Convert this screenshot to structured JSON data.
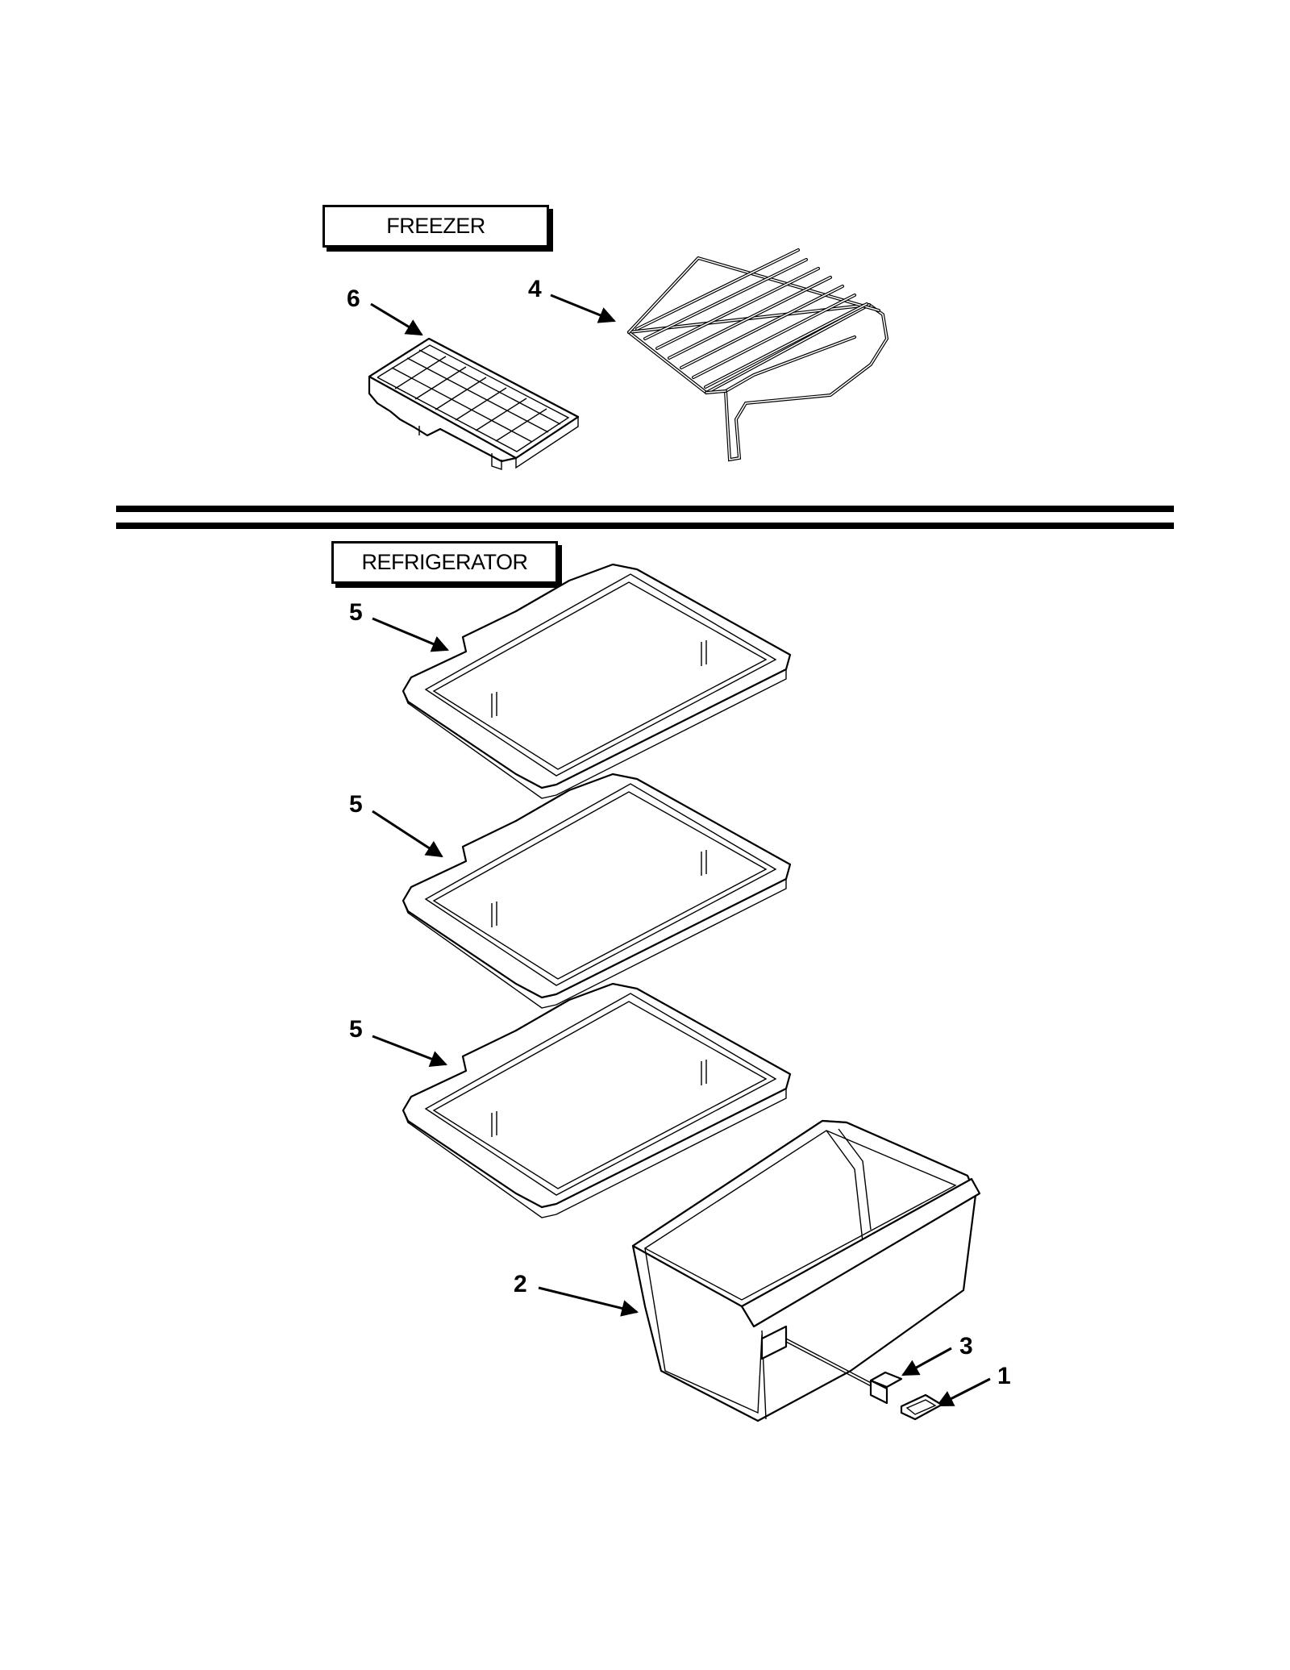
{
  "sections": {
    "freezer": "FREEZER",
    "refrigerator": "REFRIGERATOR"
  },
  "callouts": {
    "ice_tray": "6",
    "wire_shelf": "4",
    "glass_shelf_top": "5",
    "glass_shelf_middle": "5",
    "glass_shelf_bottom": "5",
    "crisper_pan": "2",
    "badge": "3",
    "badge_frame": "1"
  },
  "colors": {
    "ink": "#000000",
    "paper": "#ffffff"
  }
}
